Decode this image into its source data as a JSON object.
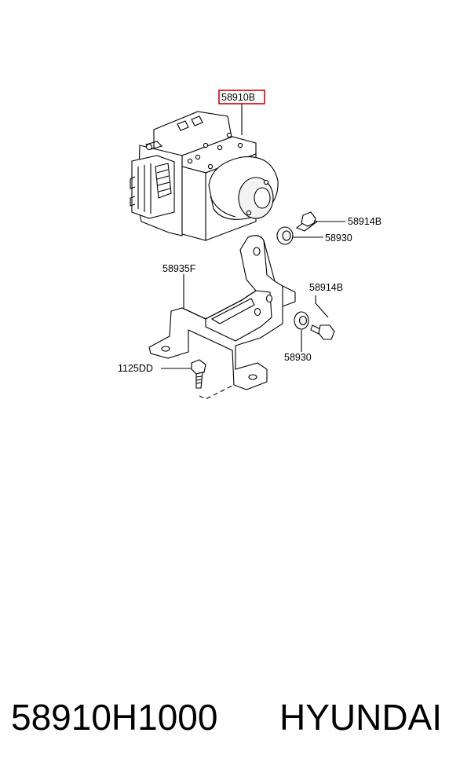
{
  "callouts": {
    "abs_unit": "58910B",
    "bolt_upper": "58914B",
    "nut_upper": "58930",
    "bracket": "58935F",
    "bolt_lower": "58914B",
    "nut_lower": "58930",
    "bracket_bolt": "1125DD"
  },
  "colors": {
    "highlight_box": "#d40000",
    "line": "#000000"
  },
  "footer": {
    "part_number": "58910H1000",
    "brand": "HYUNDAI"
  }
}
